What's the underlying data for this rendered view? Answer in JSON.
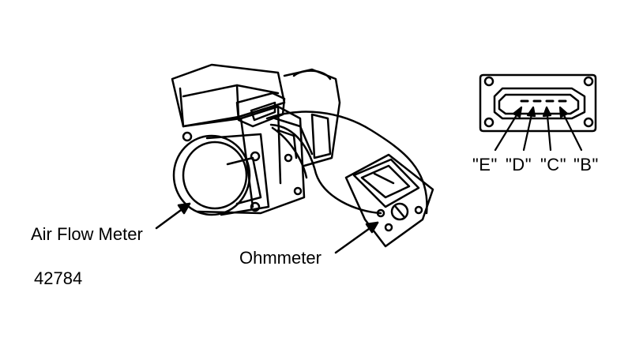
{
  "labels": {
    "air_flow_meter": "Air Flow Meter",
    "ohmmeter": "Ohmmeter",
    "figure_number": "42784"
  },
  "connector": {
    "pins": [
      "\"E\"",
      "\"D\"",
      "\"C\"",
      "\"B\""
    ]
  },
  "colors": {
    "ink": "#000000",
    "paper": "#ffffff"
  }
}
